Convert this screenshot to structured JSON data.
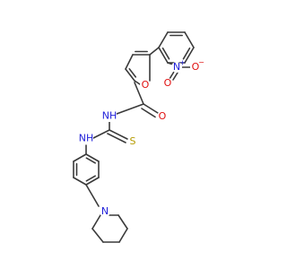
{
  "atoms": {
    "nitro_N": {
      "text": "N",
      "charge": "+",
      "color": "#1f1fd9"
    },
    "nitro_O1": {
      "text": "O",
      "charge": "−",
      "color": "#e01010"
    },
    "nitro_O2": {
      "text": "O",
      "color": "#e01010"
    },
    "furan_O": {
      "text": "O",
      "color": "#e01010"
    },
    "carbonyl_O": {
      "text": "O",
      "color": "#e01010"
    },
    "amide_NH": {
      "text": "NH",
      "color": "#1f1fd9"
    },
    "thio_NH": {
      "text": "NH",
      "color": "#1f1fd9"
    },
    "thio_S": {
      "text": "S",
      "color": "#b59b00"
    },
    "pip_N": {
      "text": "N",
      "color": "#1f1fd9"
    }
  }
}
